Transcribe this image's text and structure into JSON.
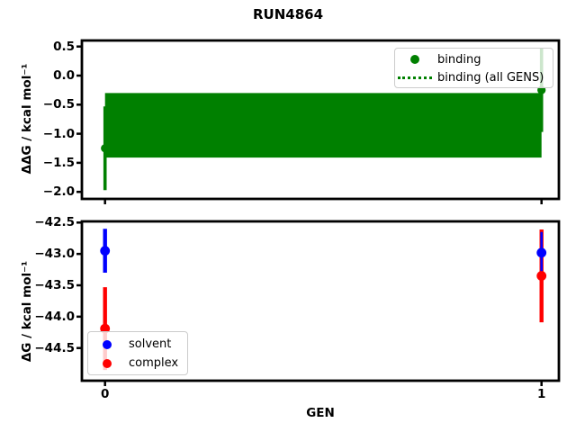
{
  "title": "RUN4864",
  "chart_data": [
    {
      "type": "scatter",
      "subplot": "top",
      "ylabel": "ΔΔG / kcal mol⁻¹",
      "ylim": [
        -2.1,
        0.62
      ],
      "xlim": [
        -0.05,
        1.05
      ],
      "grid": false,
      "yticks": {
        "values": [
          0.5,
          0.0,
          -0.5,
          -1.0,
          -1.5,
          -2.0
        ],
        "labels": [
          "0.5",
          "0.0",
          "−0.5",
          "−1.0",
          "−1.5",
          "−2.0"
        ]
      },
      "xticks": {
        "values": [
          0,
          1
        ],
        "labels": []
      },
      "series": [
        {
          "name": "binding",
          "marker": "dot",
          "color": "#008000",
          "x": [
            0,
            1
          ],
          "y": [
            -1.25,
            -0.25
          ],
          "yerr": [
            0.72,
            0.72
          ]
        },
        {
          "name": "binding (all GENS)",
          "style": "dotted-line-with-band",
          "color": "#008000",
          "mean": -0.86,
          "band_lo": -1.41,
          "band_hi": -0.3
        }
      ],
      "legend": {
        "position": "upper right",
        "items": [
          {
            "label": "binding",
            "marker": "dot",
            "color": "#008000"
          },
          {
            "label": "binding (all GENS)",
            "marker": "dotted-line",
            "color": "#008000"
          }
        ]
      }
    },
    {
      "type": "scatter",
      "subplot": "bottom",
      "xlabel": "GEN",
      "ylabel": "ΔG / kcal mol⁻¹",
      "ylim": [
        -45.0,
        -42.48
      ],
      "xlim": [
        -0.05,
        1.05
      ],
      "grid": false,
      "yticks": {
        "values": [
          -42.5,
          -43.0,
          -43.5,
          -44.0,
          -44.5
        ],
        "labels": [
          "−42.5",
          "−43.0",
          "−43.5",
          "−44.0",
          "−44.5"
        ]
      },
      "xticks": {
        "values": [
          0,
          1
        ],
        "labels": [
          "0",
          "1"
        ]
      },
      "series": [
        {
          "name": "solvent",
          "marker": "dot",
          "color": "#0000ff",
          "x": [
            0,
            1
          ],
          "y": [
            -42.95,
            -42.98
          ],
          "yerr": [
            0.35,
            0.33
          ]
        },
        {
          "name": "complex",
          "marker": "dot",
          "color": "#ff0000",
          "x": [
            0,
            1
          ],
          "y": [
            -44.19,
            -43.35
          ],
          "yerr": [
            0.66,
            0.74
          ]
        }
      ],
      "legend": {
        "position": "lower left",
        "items": [
          {
            "label": "solvent",
            "marker": "dot",
            "color": "#0000ff"
          },
          {
            "label": "complex",
            "marker": "dot",
            "color": "#ff0000"
          }
        ]
      }
    }
  ]
}
